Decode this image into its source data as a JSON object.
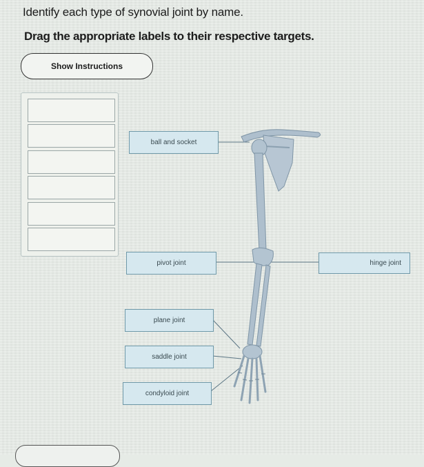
{
  "header": {
    "title": "Identify each type of synovial joint by name.",
    "instruction": "Drag the appropriate labels to their respective targets."
  },
  "show_instructions_button": {
    "label": "Show Instructions"
  },
  "label_bank": {
    "empty_slots": 6
  },
  "labels": [
    {
      "id": "ball-and-socket",
      "text": "ball and socket"
    },
    {
      "id": "pivot-joint",
      "text": "pivot joint"
    },
    {
      "id": "hinge-joint",
      "text": "hinge joint"
    },
    {
      "id": "plane-joint",
      "text": "plane joint"
    },
    {
      "id": "saddle-joint",
      "text": "saddle joint"
    },
    {
      "id": "condyloid-joint",
      "text": "condyloid joint"
    }
  ],
  "colors": {
    "background": "#e6ebe6",
    "label_fill": "#d6e8ef",
    "label_border": "#6e98a8",
    "bone": "#a9bccc"
  }
}
